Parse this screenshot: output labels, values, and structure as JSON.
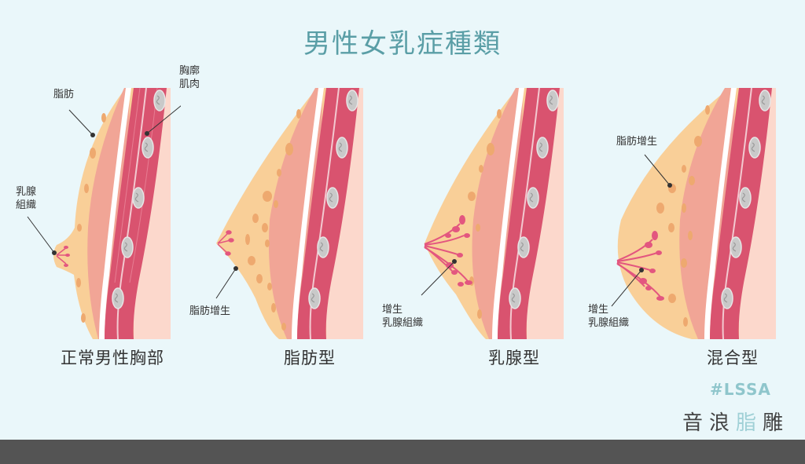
{
  "title": "男性女乳症種類",
  "colors": {
    "background": "#eaf7fa",
    "title": "#5a9ea6",
    "fat_layer": "#f9cf98",
    "fat_nodule": "#eea96f",
    "gland_pink": "#e3567f",
    "muscle": "#d9536f",
    "inner_tissue": "#f1a596",
    "rib_gray": "#c9c9c9",
    "skin_back": "#fcd8cc",
    "brand_tag": "#8fc6cc",
    "footer": "#545454"
  },
  "panels": [
    {
      "caption": "正常男性胸部",
      "labels": {
        "fat": "脂肪",
        "muscle": "胸廓\n肌肉",
        "muscle_line1": "胸廓",
        "muscle_line2": "肌肉",
        "gland_line1": "乳腺",
        "gland_line2": "組織"
      }
    },
    {
      "caption": "脂肪型",
      "labels": {
        "fat_growth": "脂肪增生"
      }
    },
    {
      "caption": "乳腺型",
      "labels": {
        "gland_line1": "增生",
        "gland_line2": "乳腺組織"
      }
    },
    {
      "caption": "混合型",
      "labels": {
        "fat_growth": "脂肪增生",
        "gland_line1": "增生",
        "gland_line2": "乳腺組織"
      }
    }
  ],
  "brand": {
    "tag": "#LSSA",
    "name_1": "音",
    "name_2": "浪",
    "name_3": "脂",
    "name_4": "雕"
  }
}
